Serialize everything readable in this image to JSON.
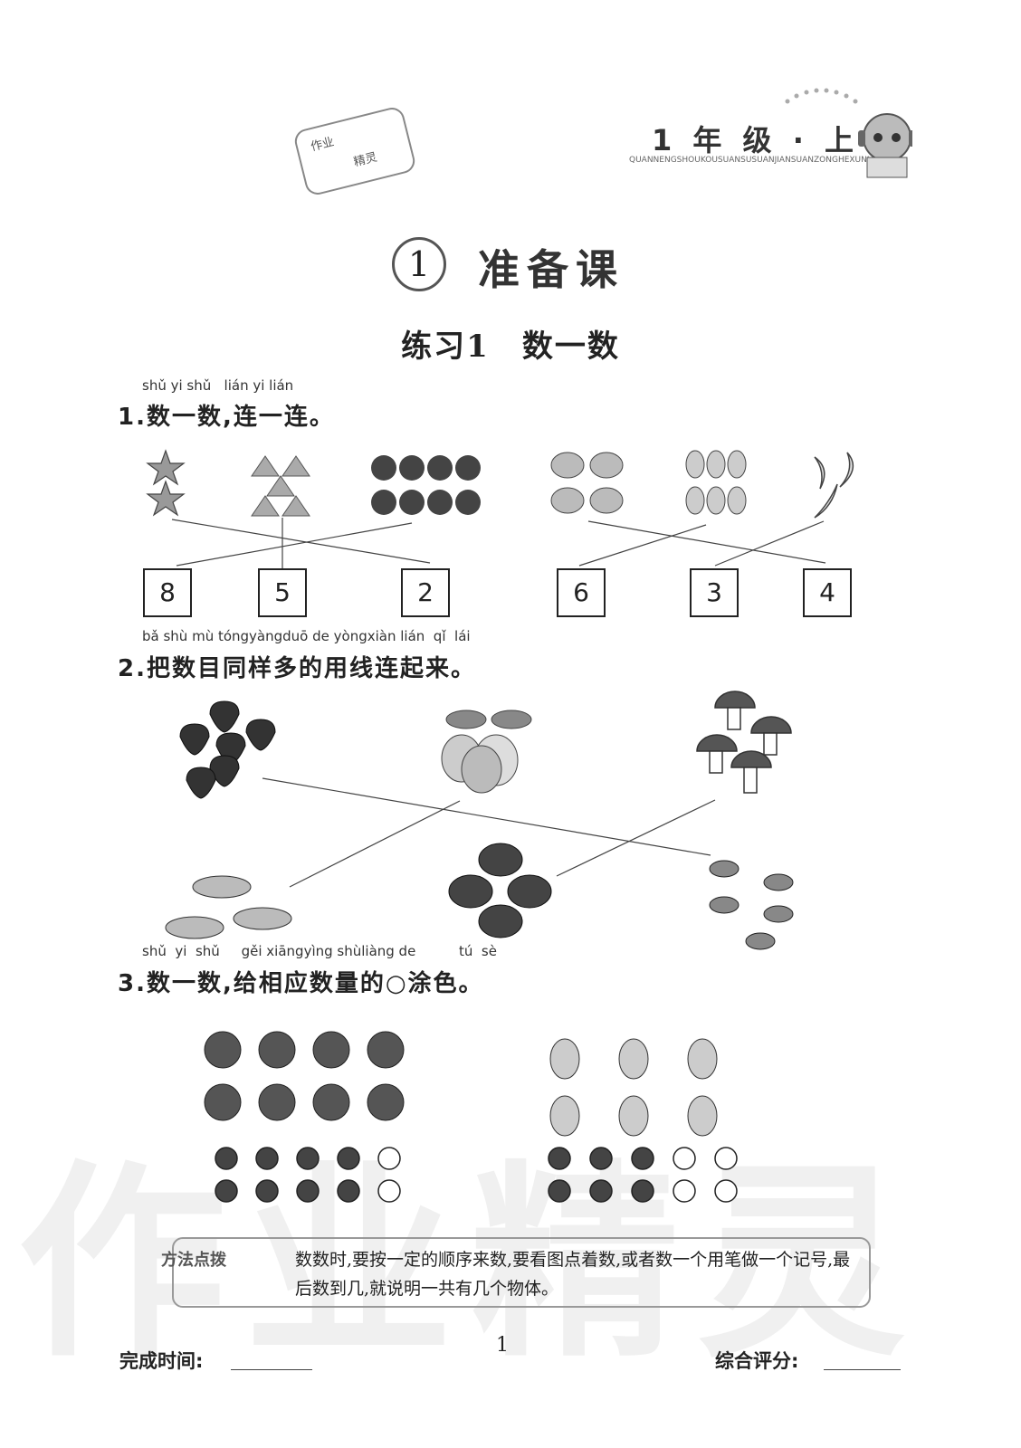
{
  "header": {
    "stamp_lines": [
      "作业",
      "精灵"
    ],
    "grade": "1 年 级 · 上",
    "grade_pinyin": "QUANNENGSHOUKOUSUANSUSUANJIANSUANZONGHEXUNLIAN"
  },
  "chapter": {
    "number": "1",
    "title": "准备课"
  },
  "lesson": {
    "title": "练习1　数一数"
  },
  "q1": {
    "pinyin": "shǔ yi shǔ   lián yi lián",
    "text": "1.数一数,连一连。",
    "numbers": [
      "8",
      "5",
      "2",
      "6",
      "3",
      "4"
    ]
  },
  "q2": {
    "pinyin": "bǎ shù mù tóngyàngduō de yòngxiàn lián  qǐ  lái",
    "text": "2.把数目同样多的用线连起来。"
  },
  "q3": {
    "pinyin": "shǔ  yi  shǔ     gěi xiāngyìng shùliàng de          tú  sè",
    "text": "3.数一数,给相应数量的○涂色。",
    "apples_filled": 8,
    "apples_circles": 10,
    "pineapples_filled": 6,
    "pineapples_circles": 10
  },
  "tip": {
    "label": "方法点拨",
    "text": "数数时,要按一定的顺序来数,要看图点着数,或者数一个用笔做一个记号,最后数到几,就说明一共有几个物体。"
  },
  "footer": {
    "time_label": "完成时间:",
    "score_label": "综合评分:",
    "page": "1"
  },
  "watermark": "作业精灵"
}
